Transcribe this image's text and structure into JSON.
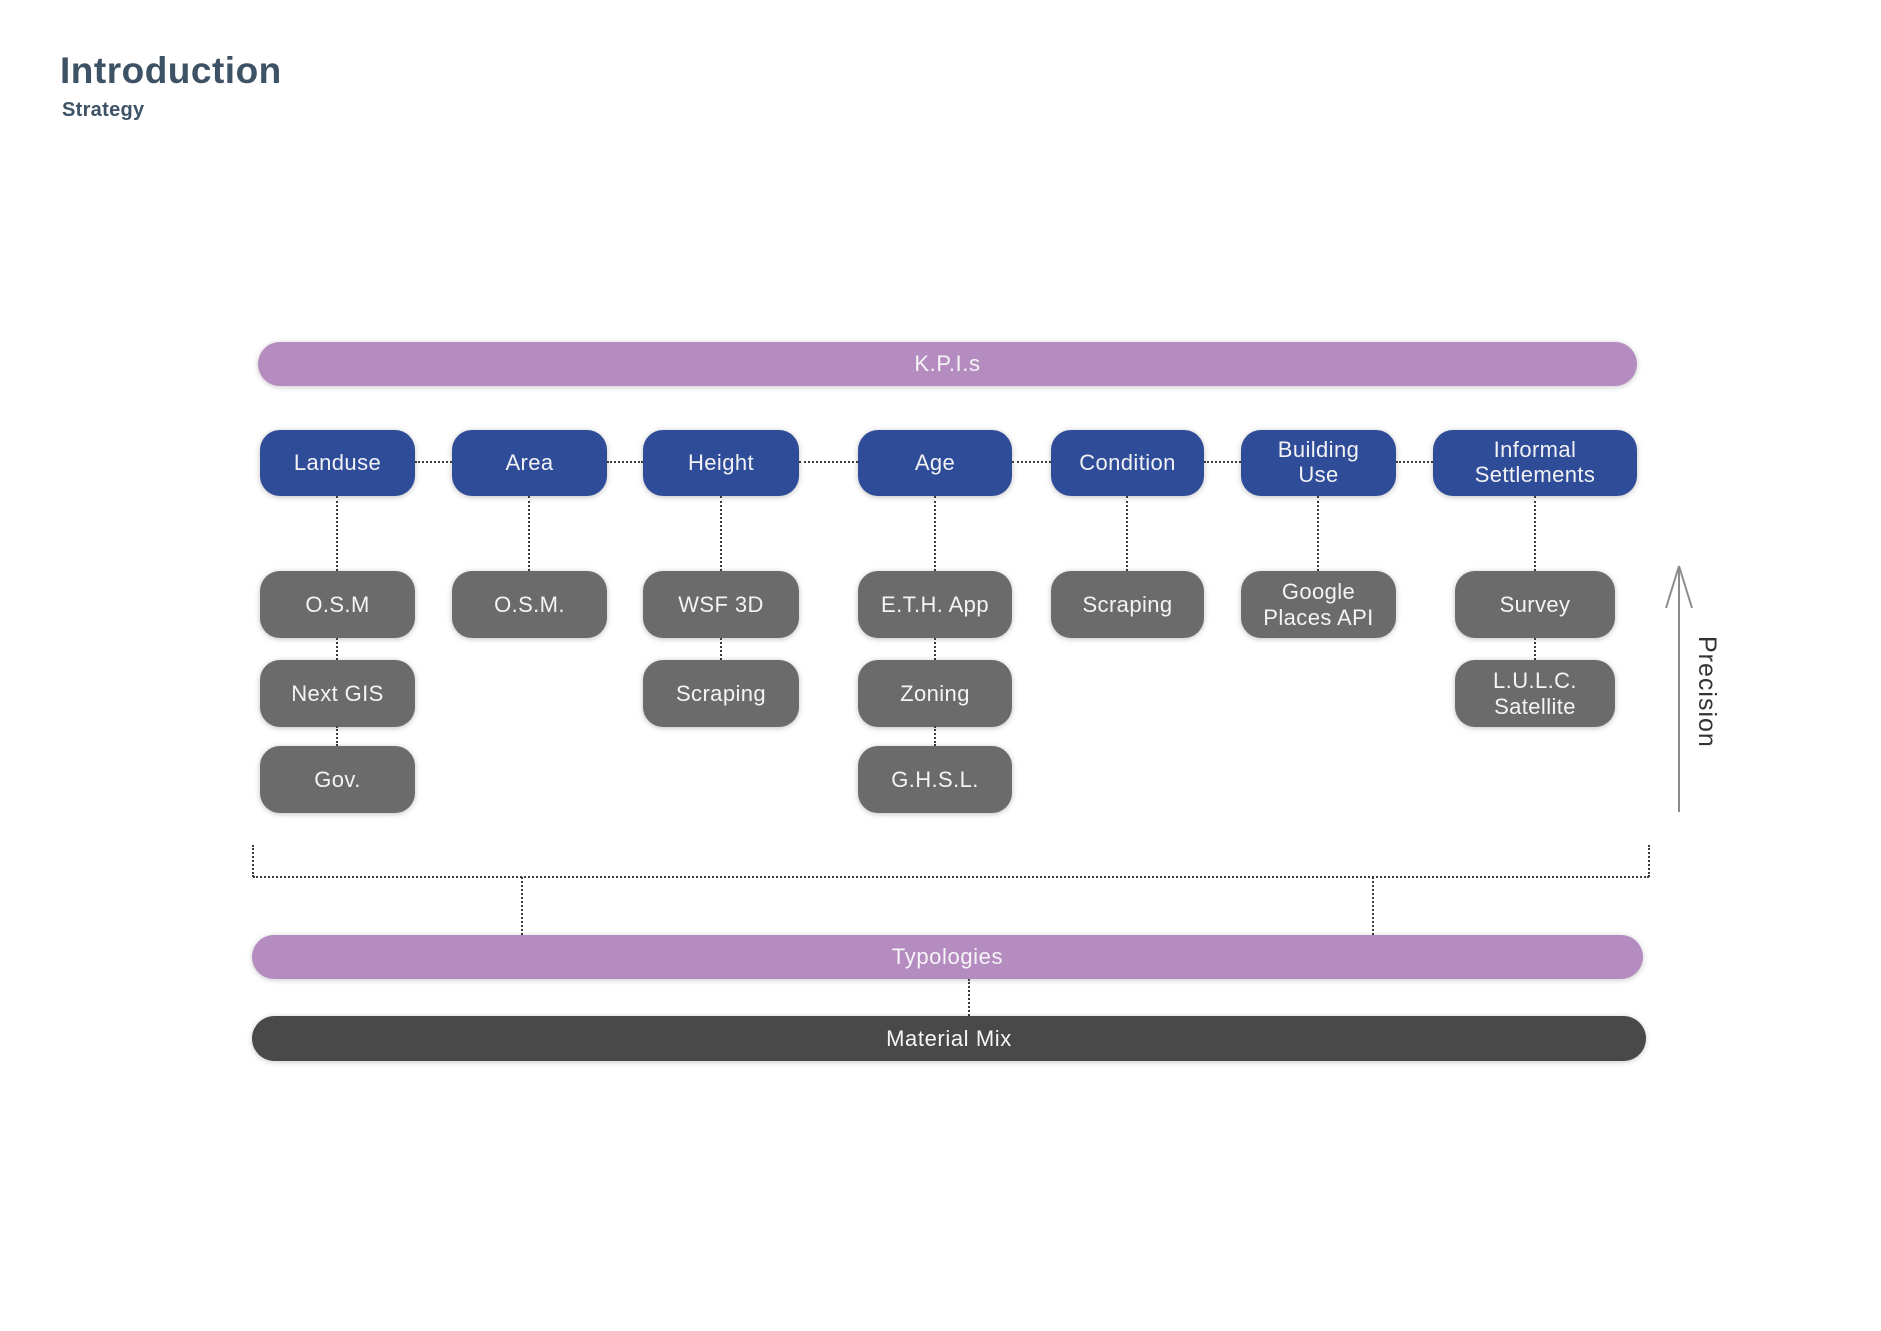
{
  "header": {
    "title": "Introduction",
    "subtitle": "Strategy"
  },
  "kpi_bar": {
    "label": "K.P.I.s"
  },
  "columns": [
    {
      "kpi": "Landuse",
      "sources": [
        "O.S.M",
        "Next GIS",
        "Gov."
      ]
    },
    {
      "kpi": "Area",
      "sources": [
        "O.S.M."
      ]
    },
    {
      "kpi": "Height",
      "sources": [
        "WSF 3D",
        "Scraping"
      ]
    },
    {
      "kpi": "Age",
      "sources": [
        "E.T.H. App",
        "Zoning",
        "G.H.S.L."
      ]
    },
    {
      "kpi": "Condition",
      "sources": [
        "Scraping"
      ]
    },
    {
      "kpi": "Building Use",
      "sources": [
        "Google Places API"
      ]
    },
    {
      "kpi": "Informal Settlements",
      "sources": [
        "Survey",
        "L.U.L.C. Satellite"
      ]
    }
  ],
  "typologies_bar": {
    "label": "Typologies"
  },
  "material_bar": {
    "label": "Material Mix"
  },
  "axis": {
    "label": "Precision"
  },
  "colors": {
    "c-purple": "#b48cbf",
    "c-blue": "#2e4c98",
    "c-gray": "#6b6b6b",
    "c-dark": "#494949",
    "c-title": "#3d5265",
    "c-dots": "#3c3c3c",
    "c-arrow": "#8c8c8c",
    "c-axis-text": "#333333"
  }
}
